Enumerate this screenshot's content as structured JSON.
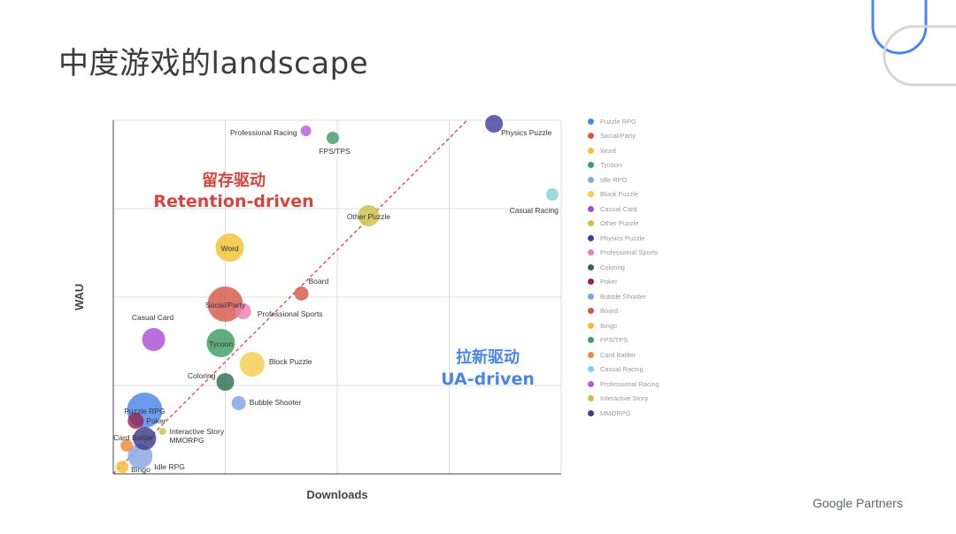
{
  "slide": {
    "title": "中度游戏的landscape",
    "brand": "Google Partners"
  },
  "chart_data": {
    "type": "scatter",
    "xlabel": "Downloads",
    "ylabel": "WAU",
    "xlim": [
      0,
      100
    ],
    "ylim": [
      0,
      100
    ],
    "grid": true,
    "legend_position": "right",
    "diagonal": {
      "style": "dashed",
      "color": "#d6453d",
      "from": [
        0,
        0
      ],
      "to": [
        79,
        100
      ]
    },
    "annotations": [
      {
        "title": "留存驱动",
        "subtitle": "Retention-driven",
        "color": "#d6453d"
      },
      {
        "title": "拉新驱动",
        "subtitle": "UA-driven",
        "color": "#4a86e8"
      }
    ],
    "series": [
      {
        "name": "Puzzle RPG",
        "color": "#4a86e8",
        "x": 7,
        "y": 18,
        "size": 20,
        "label": "Puzzle RPG"
      },
      {
        "name": "Social/Party",
        "color": "#d6584a",
        "x": 25,
        "y": 48,
        "size": 20,
        "label": "Social/Party"
      },
      {
        "name": "Word",
        "color": "#f2c232",
        "x": 26,
        "y": 64,
        "size": 16,
        "label": "Word"
      },
      {
        "name": "Tycoon",
        "color": "#3e9e63",
        "x": 24,
        "y": 37,
        "size": 16,
        "label": "Tycoon"
      },
      {
        "name": "Idle RPG",
        "color": "#86a7e2",
        "x": 6,
        "y": 5,
        "size": 14,
        "label": "Idle RPG"
      },
      {
        "name": "Block Puzzle",
        "color": "#f5cc4e",
        "x": 31,
        "y": 31,
        "size": 14,
        "label": "Block Puzzle"
      },
      {
        "name": "Casual Card",
        "color": "#a84fd1",
        "x": 9,
        "y": 38,
        "size": 13,
        "label": "Casual Card"
      },
      {
        "name": "Other Puzzle",
        "color": "#c9c145",
        "x": 57,
        "y": 73,
        "size": 12,
        "label": "Other Puzzle"
      },
      {
        "name": "Physics Puzzle",
        "color": "#3f3f9c",
        "x": 85,
        "y": 99,
        "size": 10,
        "label": "Physics Puzzle"
      },
      {
        "name": "Professional Sports",
        "color": "#ec7fb0",
        "x": 29,
        "y": 46,
        "size": 9,
        "label": "Professional Sports"
      },
      {
        "name": "Coloring",
        "color": "#2e6e4f",
        "x": 25,
        "y": 26,
        "size": 10,
        "label": "Coloring"
      },
      {
        "name": "Poker",
        "color": "#9a2352",
        "x": 5,
        "y": 15,
        "size": 9,
        "label": "Poker"
      },
      {
        "name": "Bubble Shooter",
        "color": "#7fa4e6",
        "x": 28,
        "y": 20,
        "size": 8,
        "label": "Bubble Shooter"
      },
      {
        "name": "Board",
        "color": "#d6584a",
        "x": 42,
        "y": 51,
        "size": 8,
        "label": "Board"
      },
      {
        "name": "Bingo",
        "color": "#f3b93a",
        "x": 2,
        "y": 2,
        "size": 7,
        "label": "Bingo"
      },
      {
        "name": "FPS/TPS",
        "color": "#3e9e63",
        "x": 49,
        "y": 95,
        "size": 7,
        "label": "FPS/TPS"
      },
      {
        "name": "Card Battler",
        "color": "#ef8a3a",
        "x": 3,
        "y": 8,
        "size": 7,
        "label": "Card Battler"
      },
      {
        "name": "Casual Racing",
        "color": "#86cfd6",
        "x": 98,
        "y": 79,
        "size": 7,
        "label": "Casual Racing"
      },
      {
        "name": "Professional Racing",
        "color": "#b45bd9",
        "x": 43,
        "y": 97,
        "size": 6,
        "label": "Professional Racing"
      },
      {
        "name": "Interactive Story",
        "color": "#c9c145",
        "x": 11,
        "y": 12,
        "size": 4,
        "label": "Interactive Story"
      },
      {
        "name": "MMORPG",
        "color": "#3d3d8c",
        "x": 7,
        "y": 10,
        "size": 13,
        "label": "MMORPG"
      }
    ]
  }
}
